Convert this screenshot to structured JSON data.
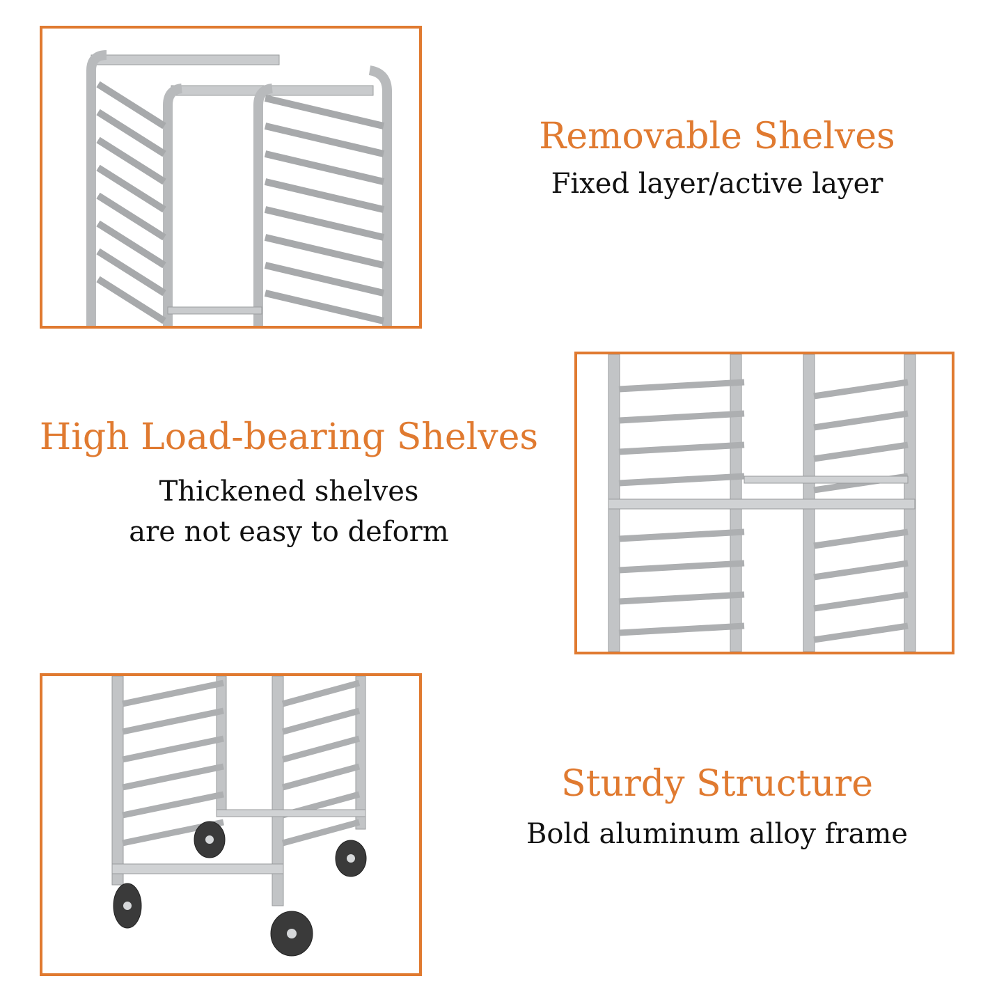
{
  "accent_color": "#e07a30",
  "features": [
    {
      "title": "Removable Shelves",
      "description_lines": [
        "Fixed layer/active layer"
      ],
      "image": "rack-top-view"
    },
    {
      "title": "High Load-bearing Shelves",
      "description_lines": [
        "Thickened shelves",
        "are not easy to deform"
      ],
      "image": "rack-shelves-closeup"
    },
    {
      "title": "Sturdy Structure",
      "description_lines": [
        "Bold aluminum alloy frame"
      ],
      "image": "rack-base-casters"
    }
  ]
}
